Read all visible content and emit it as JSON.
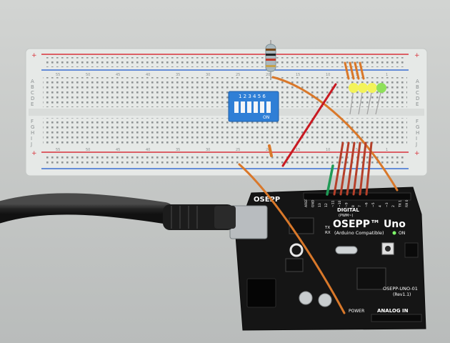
{
  "breadboard": {
    "row_letters_top": [
      "A",
      "B",
      "C",
      "D",
      "E"
    ],
    "row_letters_bottom": [
      "F",
      "G",
      "H",
      "I",
      "J"
    ],
    "rail_plus": "+",
    "rail_minus": "-",
    "column_numbers": [
      "55",
      "50",
      "45",
      "40",
      "35",
      "30",
      "25",
      "20",
      "15",
      "10",
      "5",
      "1"
    ]
  },
  "dip_switch": {
    "numbers": "1 2 3 4 5 6",
    "on_label": "ON",
    "positions": 6
  },
  "leds": {
    "colors": [
      "#f3f35a",
      "#f3f35a",
      "#f3f35a",
      "#8fe05a"
    ]
  },
  "arduino": {
    "brand": "OSEPP",
    "model": "OSEPP™ Uno",
    "subtitle": "(Arduino Compatible)",
    "part_number": "OSEPP-UNO-01",
    "revision": "(Rev1.1)",
    "digital_label": "DIGITAL",
    "pwm_label": "(PWM~)",
    "analog_label": "ANALOG IN",
    "power_label": "POWER",
    "on_label": "ON",
    "tx_label": "TX",
    "rx_label": "RX",
    "pin_labels": [
      "AREF",
      "GND",
      "13",
      "12",
      "~11",
      "~10",
      "~9",
      "8",
      "7",
      "~6",
      "~5",
      "4",
      "~3",
      "2",
      "TX 1",
      "RX 0"
    ]
  },
  "colors": {
    "board_pcb": "#151515",
    "breadboard": "#e8ebe9",
    "rail_red": "#d8333b",
    "rail_blue": "#3a6fd3",
    "wire_orange": "#d9782a",
    "wire_red": "#c81a22",
    "wire_green": "#1f9a55",
    "cable": "#2a2a2a",
    "dip_blue": "#2f7fd6"
  }
}
